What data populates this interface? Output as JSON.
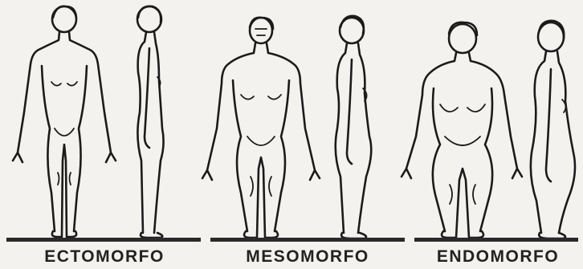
{
  "diagram": {
    "groups": [
      {
        "label": "ECTOMORFO"
      },
      {
        "label": "MESOMORFO"
      },
      {
        "label": "ENDOMORFO"
      }
    ]
  },
  "colors": {
    "line": "#1b1b1b",
    "background": "#f4f2ee",
    "ground": "#2a2a2a",
    "caption": "#222222"
  }
}
